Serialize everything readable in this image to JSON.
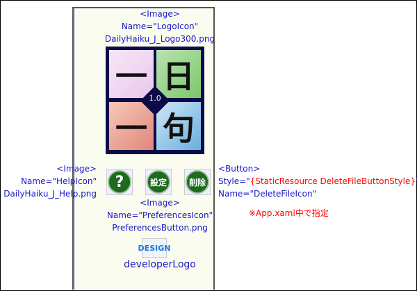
{
  "logo": {
    "tag": "<Image>",
    "name": "Name=\"LogoIcon\"",
    "file": "DailyHaiku_J_Logo300.png",
    "chars": [
      "一",
      "日",
      "一",
      "句"
    ],
    "version": "1.0"
  },
  "help": {
    "tag": "<Image>",
    "name": "Name=\"HelpIcon\"",
    "file": "DailyHaiku_J_Help.png",
    "glyph": "?"
  },
  "prefs": {
    "tag": "<Image>",
    "name": "Name=\"PreferencesIcon\"",
    "file": "PreferencesButton.png",
    "glyph": "設定"
  },
  "delete": {
    "tag": "<Button>",
    "style_prefix": "Style=\"",
    "style_value": "{StaticResource DeleteFileButtonStyle}",
    "style_suffix": "\"",
    "name": "Name=\"DeleteFileIcon\"",
    "glyph": "削除",
    "note": "※App.xaml中で指定"
  },
  "developer": {
    "label": "developerLogo",
    "logo_text": "DESIGN"
  }
}
